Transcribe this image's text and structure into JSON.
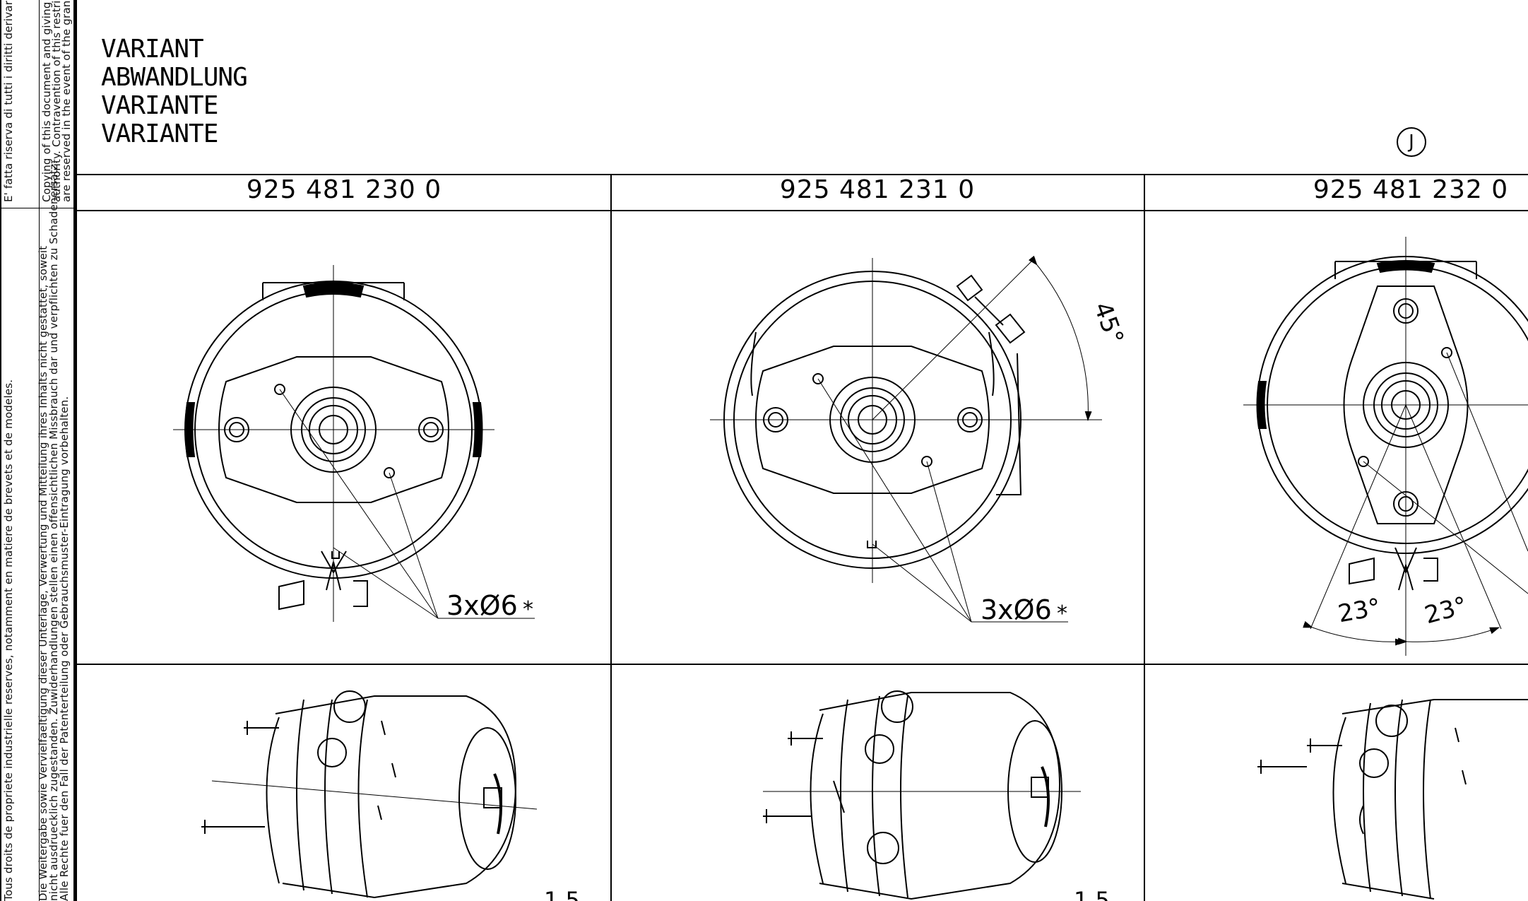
{
  "sidebar_text": {
    "fr_line": "Tous droits de propriete industrielle reserves, notamment en matiere de brevets et de modeles.",
    "it_line": "E' fatta riserva di tutti i diritti derivar",
    "de_line1": "Die Weitergabe sowie Vervielfaeltigung dieser Unterlage, Verwertung und Mitteilung ihres Inhalts nicht gestattet, soweit",
    "de_line2": "nicht ausdruecklich zugestanden. Zuwiderhandlungen stellen einen offensichtlichen Missbrauch dar und verpflichten zu Schadenersatz.",
    "de_line3": "Alle Rechte fuer den Fall der Patenterteilung oder Gebrauchsmuster-Eintragung vorbehalten.",
    "en_line1": "Copying of this document and giving i",
    "en_line2": "authority. Contravention of this restric",
    "en_line3": "are reserved in the event of the gran"
  },
  "variant_titles": [
    "VARIANT",
    "ABWANDLUNG",
    "VARIANTE",
    "VARIANTE"
  ],
  "revision_marker": "J",
  "columns": [
    {
      "part_number": "925 481 230 0",
      "hole_callout": "3xØ6",
      "star": "*"
    },
    {
      "part_number": "925 481 231 0",
      "hole_callout": "3xØ6",
      "star": "*",
      "angle_label": "45°"
    },
    {
      "part_number": "925 481 232 0",
      "angle_left": "23°",
      "angle_right": "23°"
    }
  ],
  "bottom_marks": [
    "1,5",
    "1,5"
  ]
}
